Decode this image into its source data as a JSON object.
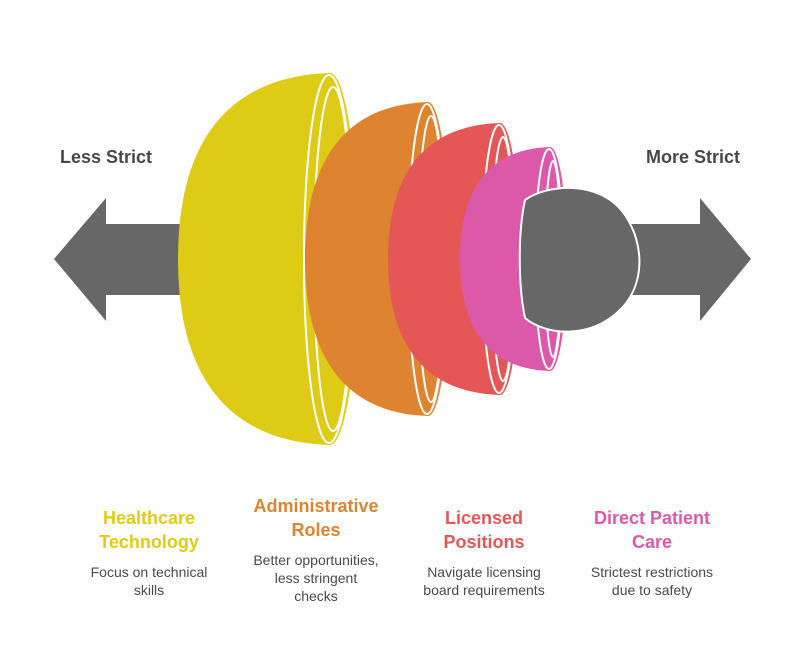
{
  "axis": {
    "left_label": "Less Strict",
    "right_label": "More Strict",
    "arrow_color": "#676767"
  },
  "stages": [
    {
      "title": "Healthcare Technology",
      "title_lines": [
        "Healthcare",
        "Technology"
      ],
      "description_lines": [
        "Focus on technical",
        "skills"
      ],
      "color": "#DECB16"
    },
    {
      "title": "Administrative Roles",
      "title_lines": [
        "Administrative",
        "Roles"
      ],
      "description_lines": [
        "Better opportunities,",
        "less stringent",
        "checks"
      ],
      "color": "#DE8430"
    },
    {
      "title": "Licensed Positions",
      "title_lines": [
        "Licensed",
        "Positions"
      ],
      "description_lines": [
        "Navigate licensing",
        "board requirements"
      ],
      "color": "#E45756"
    },
    {
      "title": "Direct Patient Care",
      "title_lines": [
        "Direct Patient",
        "Care"
      ],
      "description_lines": [
        "Strictest restrictions",
        "due to safety"
      ],
      "color": "#DC58A9"
    }
  ],
  "core_color": "#676767"
}
